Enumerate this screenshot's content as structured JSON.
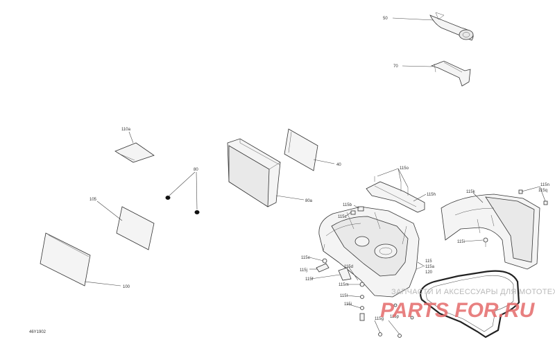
{
  "diagram": {
    "code": "46Y1902",
    "callouts": {
      "c50": "50",
      "c70": "70",
      "c110a": "110a",
      "c80": "80",
      "c80a": "80a",
      "c40": "40",
      "c105": "105",
      "c100": "100",
      "c115o": "115o",
      "c115k": "115k",
      "c115n": "115n",
      "c115q": "115q",
      "c115h": "115h",
      "c115b": "115b",
      "c115c": "115c",
      "c115": "115",
      "c115a": "115a",
      "c120": "120",
      "c115e": "115e",
      "c115j": "115j",
      "c115d": "115d",
      "c115f": "115f",
      "c115m": "115m",
      "c115l": "115l",
      "c115i": "115i",
      "c115g": "115g",
      "c115p": "115p"
    }
  },
  "watermark": {
    "tagline": "ЗАПЧАСТИ И АКСЕССУАРЫ ДЛЯ МОТОТЕХНИКИ",
    "brand": "PARTS FOR.RU"
  },
  "colors": {
    "line": "#333333",
    "watermark_red": "#e46a6a",
    "watermark_gray": "#b9b9b9"
  }
}
